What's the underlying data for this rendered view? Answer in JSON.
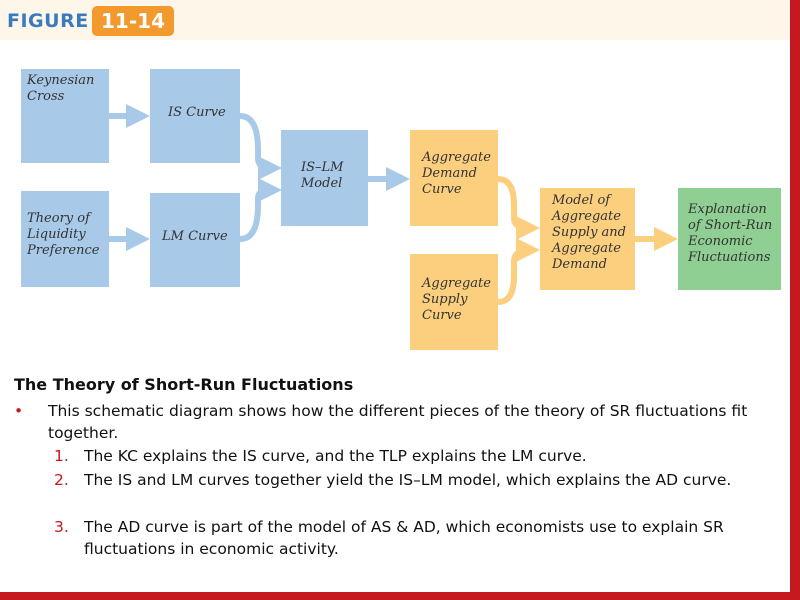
{
  "figure": {
    "label": "FIGURE",
    "number": "11-14"
  },
  "diagram": {
    "keynesian_cross": [
      "Keynesian",
      "Cross"
    ],
    "theory_liquidity": [
      "Theory of",
      "Liquidity",
      "Preference"
    ],
    "is_curve": [
      "IS Curve"
    ],
    "lm_curve": [
      "LM Curve"
    ],
    "islm_model": [
      "IS–LM",
      "Model"
    ],
    "ad_curve": [
      "Aggregate",
      "Demand",
      "Curve"
    ],
    "as_curve": [
      "Aggregate",
      "Supply",
      "Curve"
    ],
    "asad_model": [
      "Model of",
      "Aggregate",
      "Supply and",
      "Aggregate",
      "Demand"
    ],
    "explanation": [
      "Explanation",
      "of Short-Run",
      "Economic",
      "Fluctuations"
    ],
    "colors": {
      "blue_box": "#a9c9e9",
      "orange_box": "#fbcf7e",
      "green_box": "#8fcf93",
      "blue_arrow": "#a9c9e9",
      "orange_arrow": "#fbcf7e",
      "accent_red": "#c41a1f",
      "badge_orange": "#f39a2e",
      "label_blue": "#3a7bbf"
    }
  },
  "text": {
    "heading": "The Theory of Short-Run Fluctuations",
    "bullet_symbol": "•",
    "bullet": "This schematic diagram shows how the different pieces of the theory of SR fluctuations fit together.",
    "items": [
      {
        "num": "1.",
        "text": "The KC explains the IS curve, and the TLP explains the LM curve."
      },
      {
        "num": "2.",
        "text": "The IS and LM curves together yield the IS–LM model, which explains the AD curve."
      },
      {
        "num": "3.",
        "text": "The AD curve is part of the model of AS & AD, which economists use to explain SR fluctuations in economic activity."
      }
    ]
  }
}
